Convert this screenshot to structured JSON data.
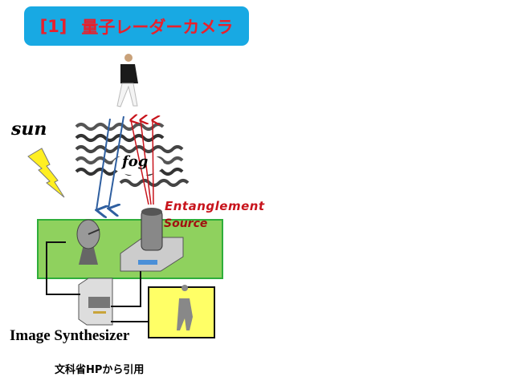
{
  "title": {
    "number": "[1]",
    "text": "量子レーダーカメラ"
  },
  "labels": {
    "sun": "sun",
    "fog": "fog",
    "entanglement": "Entanglement",
    "source": "Source",
    "synthesizer": "Image Synthesizer",
    "citation": "文科省HPから引用"
  },
  "colors": {
    "title_bg": "#18a9e3",
    "title_text": "#e8202c",
    "green_box": "#8fd15e",
    "monitor": "#ffff66",
    "blue_ray": "#2f5fa0",
    "red_ray": "#c8141c"
  }
}
